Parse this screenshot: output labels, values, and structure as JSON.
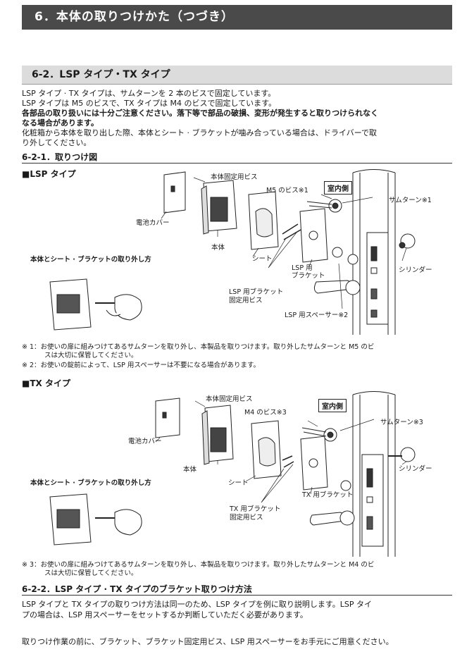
{
  "main_title": "6．本体の取りつけかた（つづき）",
  "sub_title": "6-2．LSP タイプ・TX タイプ",
  "intro": {
    "line1": "LSP タイプ · TX タイプは、サムターンを 2 本のビスで固定しています。",
    "line2": "LSP タイプは M5 のビスで、TX タイプは M4 のビスで固定しています。",
    "warning1": "各部品の取り扱いには十分ご注意ください。落下等で部品の破損、変形が発生すると取りつけられなく",
    "warning2": "なる場合があります。",
    "line3": "化粧箱から本体を取り出した際、本体とシート · ブラケットが噛み合っている場合は、ドライバーで取",
    "line4": "り外してください。"
  },
  "section1_title": "6-2-1．取りつけ図",
  "lsp": {
    "heading": "■LSP タイプ",
    "labels": {
      "body_screw": "本体固定用ビス",
      "m5_screw": "M5 のビス※1",
      "indoor": "室内側",
      "thumbturn": "サムターン※1",
      "battery_cover": "電池カバー",
      "body": "本体",
      "sheet": "シート",
      "bracket": "LSP 用\nブラケット",
      "cylinder": "シリンダー",
      "bracket_screw1": "LSP 用ブラケット",
      "bracket_screw2": "固定用ビス",
      "spacer": "LSP 用スペーサー※2",
      "removal": "本体とシート · ブラケットの取り外し方"
    },
    "note1a": "※ 1：お使いの扉に組みつけてあるサムターンを取り外し、本製品を取りつけます。取り外したサムターンと M5 のビ",
    "note1b": "スは大切に保管してください。",
    "note2": "※ 2：お使いの錠前によって、LSP 用スペーサーは不要になる場合があります。"
  },
  "tx": {
    "heading": "■TX タイプ",
    "labels": {
      "body_screw": "本体固定用ビス",
      "m4_screw": "M4 のビス※3",
      "indoor": "室内側",
      "thumbturn": "サムターン※3",
      "battery_cover": "電池カバー",
      "body": "本体",
      "sheet": "シート",
      "bracket": "TX 用ブラケット",
      "cylinder": "シリンダー",
      "bracket_screw1": "TX 用ブラケット",
      "bracket_screw2": "固定用ビス",
      "removal": "本体とシート · ブラケットの取り外し方"
    },
    "note3a": "※ 3：お使いの扉に組みつけてあるサムターンを取り外し、本製品を取りつけます。取り外したサムターンと M4 のビ",
    "note3b": "スは大切に保管してください。"
  },
  "section2_title": "6-2-2．LSP タイプ · TX タイプのブラケット取りつけ方法",
  "outro": {
    "line1": "LSP タイプと TX タイプの取りつけ方法は同一のため、LSP タイプを例に取り説明します。LSP タイ",
    "line2": "プの場合は、LSP 用スペーサーをセットするか判断していただく必要があります。",
    "line3": "取りつけ作業の前に、ブラケット、ブラケット固定用ビス、LSP 用スペーサーをお手元にご用意ください。"
  }
}
